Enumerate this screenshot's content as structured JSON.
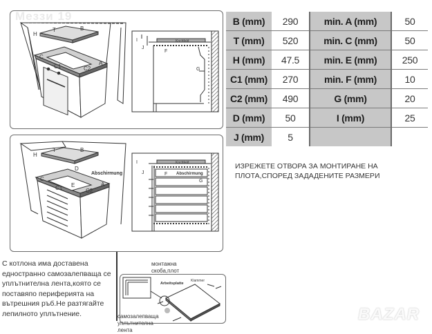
{
  "spec_table": {
    "rows": [
      {
        "label1": "B (mm)",
        "value1": "290",
        "label2": "min. A (mm)",
        "value2": "50"
      },
      {
        "label1": "T (mm)",
        "value1": "520",
        "label2": "min. C (mm)",
        "value2": "50"
      },
      {
        "label1": "H (mm)",
        "value1": "47.5",
        "label2": "min. E (mm)",
        "value2": "250"
      },
      {
        "label1": "C1 (mm)",
        "value1": "270",
        "label2": "min. F (mm)",
        "value2": "10"
      },
      {
        "label1": "C2 (mm)",
        "value1": "490",
        "label2": "G (mm)",
        "value2": "20"
      },
      {
        "label1": "D (mm)",
        "value1": "50",
        "label2": "I (mm)",
        "value2": "25"
      },
      {
        "label1": "J (mm)",
        "value1": "5",
        "label2": "",
        "value2": ""
      }
    ]
  },
  "notes": {
    "cutout_instruction": "ИЗРЕЖЕТЕ ОТВОРА ЗА МОНТИРАНЕ НА ПЛОТА,СПОРЕД ЗАДАДЕНИТЕ РАЗМЕРИ",
    "seal_instruction": "С котлона има доставена едностранно самозалепваща се уплътнителна лента,която се поставяпо периферията на вътрешния ръб.Не разтягайте лепилното уплътнение."
  },
  "diagram_labels": {
    "oven_install": {
      "T": "T",
      "B": "B",
      "H": "H",
      "C": "C",
      "A": "A",
      "C1": "C1",
      "C2": "C2"
    },
    "drawer_install": {
      "T": "T",
      "B": "B",
      "H": "H",
      "C": "C",
      "A": "A",
      "C1": "C1",
      "C2": "C2",
      "D": "D",
      "E": "E",
      "shielding": "Abschirmung"
    },
    "oven_section": {
      "I": "I",
      "J": "J",
      "F": "F",
      "G": "G",
      "hob": "Kochfeld"
    },
    "drawer_section": {
      "I": "I",
      "J": "J",
      "F": "F",
      "G": "G",
      "hob": "Kochfeld",
      "shielding": "Abschirmung"
    },
    "seal_detail": {
      "bracket_label": "монтажна скоба,плот",
      "seal_label": "самозалепваща уплътнителна лента",
      "worktop": "Arbeitsplatte",
      "clamp": "Klammer"
    }
  },
  "watermarks": {
    "top_left": "Меззи 19",
    "bottom_right": "BAZAR"
  },
  "colors": {
    "table_header_bg": "#c7c7c7",
    "table_value_bg": "#ffffff",
    "border": "#6a6a6a"
  }
}
